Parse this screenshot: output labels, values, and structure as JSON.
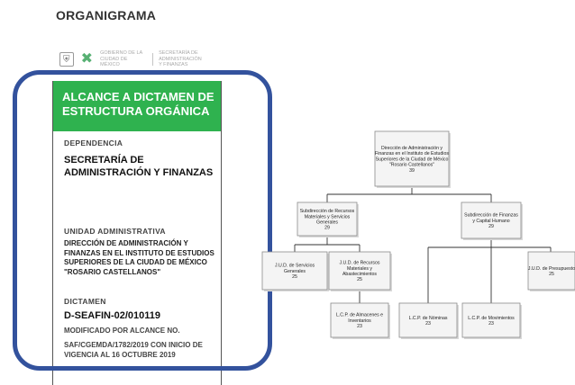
{
  "page": {
    "title": "ORGANIGRAMA"
  },
  "header": {
    "crest_icon": "crest-icon",
    "logo_icon": "cdmx-logo-icon",
    "gov_text_1": "GOBIERNO DE LA",
    "gov_text_2": "CIUDAD DE MÉXICO",
    "secretaria_1": "SECRETARÍA DE ADMINISTRACIÓN",
    "secretaria_2": "Y FINANZAS"
  },
  "panel": {
    "heading": "ALCANCE A DICTAMEN DE ESTRUCTURA ORGÁNICA",
    "dependencia_label": "DEPENDENCIA",
    "dependencia_value": "SECRETARÍA DE ADMINISTRACIÓN Y FINANZAS",
    "unidad_label": "UNIDAD ADMINISTRATIVA",
    "unidad_value": "DIRECCIÓN DE ADMINISTRACIÓN Y FINANZAS EN EL INSTITUTO DE ESTUDIOS SUPERIORES DE LA CIUDAD DE MÉXICO \"ROSARIO CASTELLANOS\"",
    "dictamen_label": "DICTAMEN",
    "dictamen_code": "D-SEAFIN-02/010119",
    "modificado": "MODIFICADO POR ALCANCE NO.",
    "alcance_text": "SAF/CGEMDA/1782/2019 CON INICIO DE VIGENCIA AL 16 OCTUBRE 2019"
  },
  "colors": {
    "accent_green": "#2fb24f",
    "frame_blue": "#33529d"
  },
  "org_chart": {
    "root": {
      "lines": [
        "Dirección de Administración y",
        "Finanzas en el Instituto de Estudios",
        "Superiores de la Ciudad de México",
        "\"Rosario Castellanos\""
      ],
      "level": "39"
    },
    "sub_left": {
      "lines": [
        "Subdirección de Recursos",
        "Materiales y Servicios",
        "Generales"
      ],
      "level": "29"
    },
    "sub_right": {
      "lines": [
        "Subdirección de Finanzas",
        "y Capital Humano"
      ],
      "level": "29"
    },
    "jud_servicios": {
      "lines": [
        "J.U.D. de Servicios",
        "Generales"
      ],
      "level": "25"
    },
    "jud_recursos": {
      "lines": [
        "J.U.D. de Recursos",
        "Materiales y",
        "Abastecimientos"
      ],
      "level": "25"
    },
    "lcp_almacenes": {
      "lines": [
        "L.C.P. de Almacenes e",
        "Inventarios"
      ],
      "level": "23"
    },
    "lcp_nominas": {
      "lines": [
        "L.C.P. de Nóminas"
      ],
      "level": "23"
    },
    "lcp_movimientos": {
      "lines": [
        "L.C.P. de Movimientos"
      ],
      "level": "23"
    },
    "jud_presupuesto": {
      "lines": [
        "J.U.D. de Presupuesto"
      ],
      "level": "25"
    }
  }
}
